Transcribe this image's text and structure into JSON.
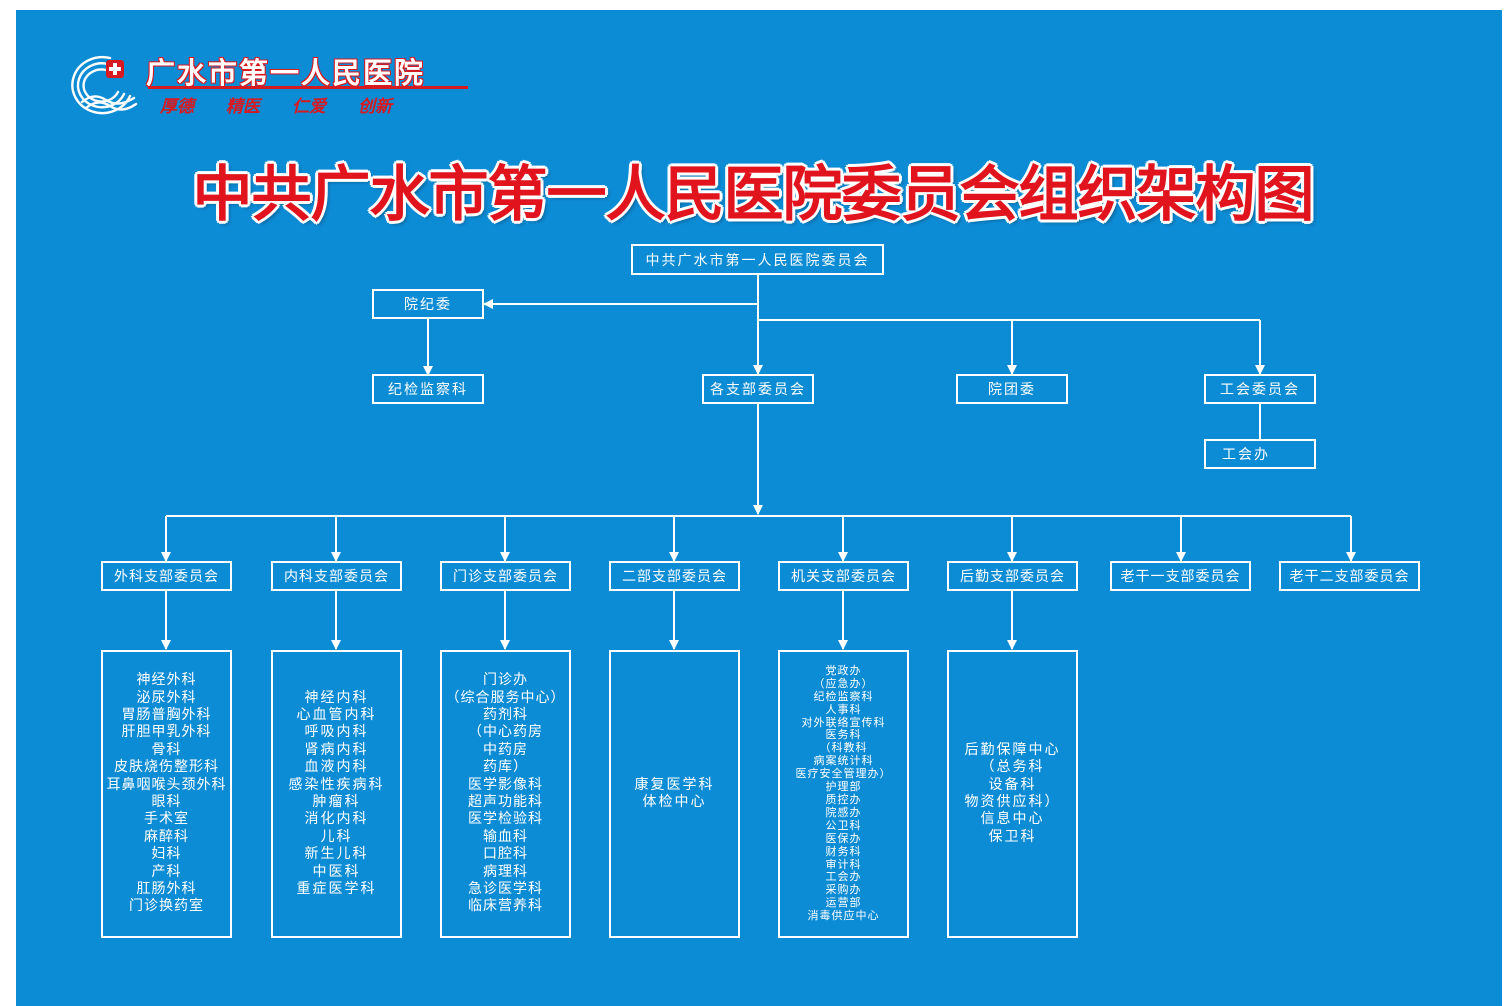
{
  "hospital": {
    "name": "广水市第一人民医院",
    "motto": [
      "厚德",
      "精医",
      "仁爱",
      "创新"
    ]
  },
  "title": "中共广水市第一人民医院委员会组织架构图",
  "chart": {
    "root": "中共广水市第一人民医院委员会",
    "discipline_committee": "院纪委",
    "inspection_office": "纪检监察科",
    "branch_committees": "各支部委员会",
    "youth_league": "院团委",
    "union_committee": "工会委员会",
    "union_office": "工会办",
    "branches": [
      {
        "name": "外科支部委员会",
        "items": [
          "神经外科",
          "泌尿外科",
          "胃肠普胸外科",
          "肝胆甲乳外科",
          "骨科",
          "皮肤烧伤整形科",
          "耳鼻咽喉头颈外科",
          "眼科",
          "手术室",
          "麻醉科",
          "妇科",
          "产科",
          "肛肠外科",
          "门诊换药室"
        ]
      },
      {
        "name": "内科支部委员会",
        "items": [
          "神经内科",
          "心血管内科",
          "呼吸内科",
          "肾病内科",
          "血液内科",
          "感染性疾病科",
          "肿瘤科",
          "消化内科",
          "儿科",
          "新生儿科",
          "中医科",
          "重症医学科"
        ]
      },
      {
        "name": "门诊支部委员会",
        "items": [
          "门诊办",
          "（综合服务中心）",
          "药剂科",
          "（中心药房",
          "中药房",
          "药库）",
          "医学影像科",
          "超声功能科",
          "医学检验科",
          "输血科",
          "口腔科",
          "病理科",
          "急诊医学科",
          "临床营养科"
        ]
      },
      {
        "name": "二部支部委员会",
        "items": [
          "康复医学科",
          "体检中心"
        ]
      },
      {
        "name": "机关支部委员会",
        "items": [
          "党政办",
          "（应急办）",
          "纪检监察科",
          "人事科",
          "对外联络宣传科",
          "医务科",
          "（科教科",
          "病案统计科",
          "医疗安全管理办）",
          "护理部",
          "质控办",
          "院感办",
          "公卫科",
          "医保办",
          "财务科",
          "审计科",
          "工会办",
          "采购办",
          "运营部",
          "消毒供应中心"
        ]
      },
      {
        "name": "后勤支部委员会",
        "items": [
          "后勤保障中心",
          "（总务科",
          "设备科",
          "物资供应科）",
          "信息中心",
          "保卫科"
        ]
      },
      {
        "name": "老干一支部委员会",
        "items": []
      },
      {
        "name": "老干二支部委员会",
        "items": []
      }
    ]
  },
  "colors": {
    "background": "#0d8cd6",
    "title": "#e1141e",
    "line": "#ffffff"
  }
}
